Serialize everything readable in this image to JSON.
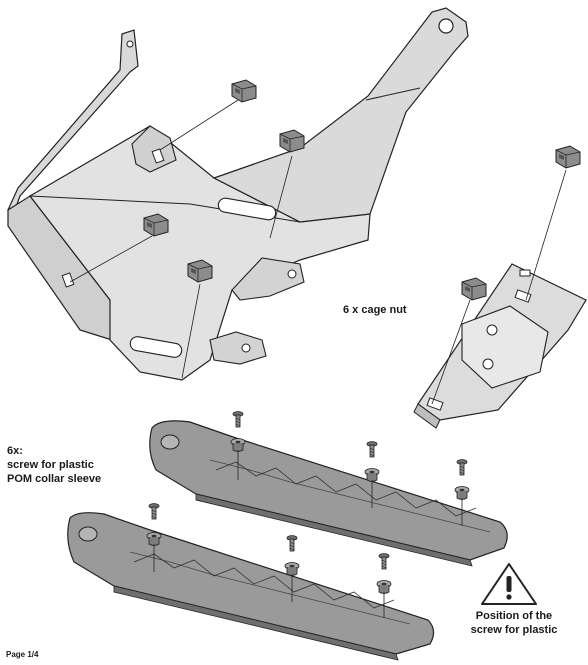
{
  "labels": {
    "cage_nut": "6 x cage nut",
    "screw_heading": "6x:",
    "screw_line_1": "screw for plastic",
    "screw_line_2": "POM collar sleeve",
    "position_line_1": "Position of the",
    "position_line_2": "screw for plastic",
    "page": "Page 1/4"
  },
  "icons": {
    "warning": "warning-triangle-icon"
  },
  "colors": {
    "metal": "#d9d9d9",
    "metal_dark": "#bdbdbd",
    "plastic": "#9a9a9a",
    "plastic_dark": "#6f6f6f",
    "nut": "#8c8c8c",
    "line": "#222222"
  }
}
